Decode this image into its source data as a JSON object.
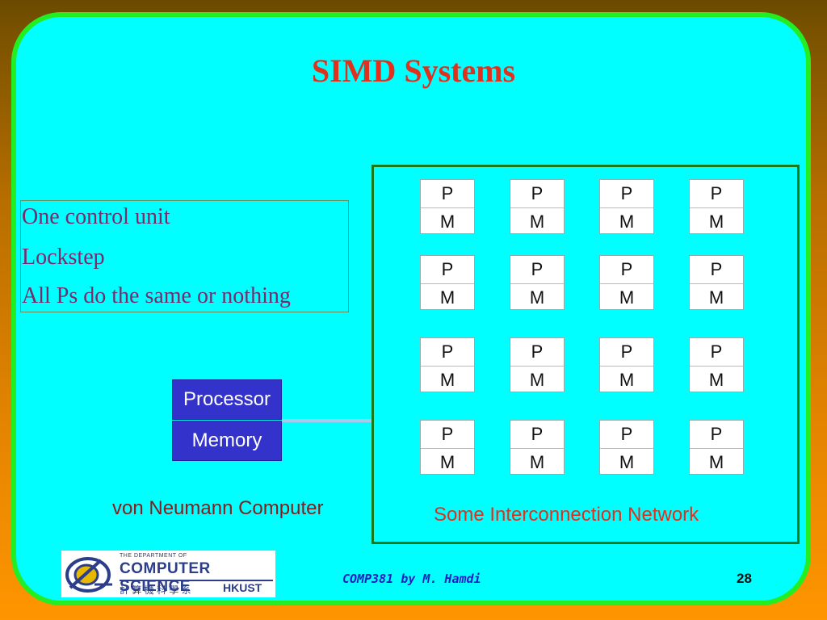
{
  "slide": {
    "title": "SIMD Systems",
    "bullets": [
      "One control unit",
      "Lockstep",
      "All Ps do the same or nothing"
    ],
    "von_neumann": {
      "processor_label": "Processor",
      "memory_label": "Memory",
      "caption": "von Neumann Computer"
    },
    "network": {
      "caption": "Some Interconnection Network",
      "pm_top_label": "P",
      "pm_bottom_label": "M"
    },
    "logo": {
      "dept": "THE DEPARTMENT OF",
      "name": "COMPUTER SCIENCE",
      "chinese": "計 算 機 科 學 系",
      "school": "HKUST"
    },
    "footer": {
      "course": "COMP381 by M. Hamdi",
      "page": "28"
    }
  },
  "colors": {
    "slide_background": "#00ffff",
    "slide_border": "#22ee22",
    "title": "#e0301e",
    "bullet_text": "#7a2a6a",
    "processor_box": "#3333cc",
    "network_border": "#1a7a1a",
    "network_caption": "#e0301e"
  },
  "icons": [
    "hkust-cs-logo-icon"
  ]
}
